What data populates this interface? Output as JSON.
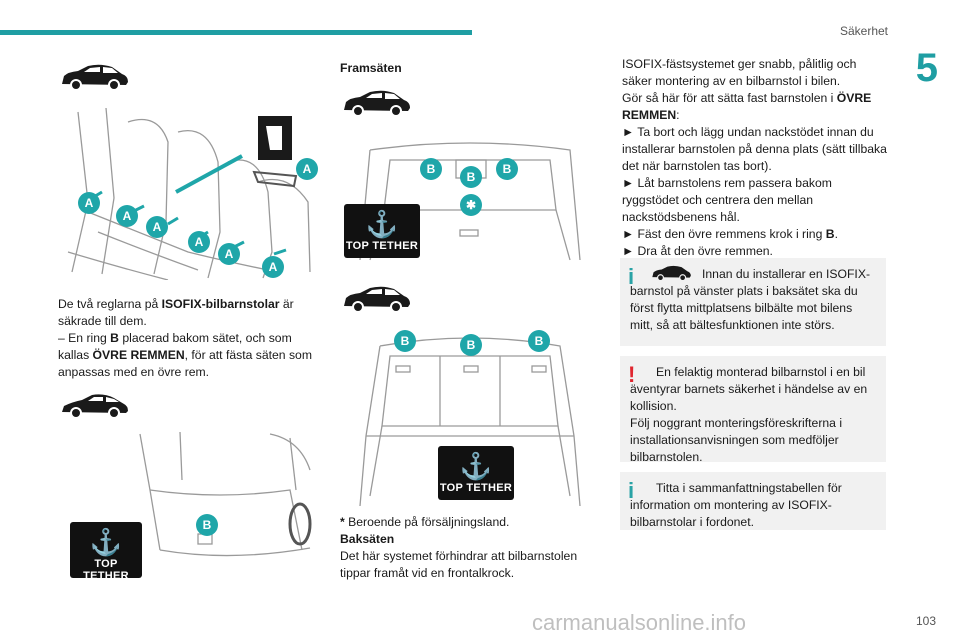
{
  "header": {
    "section": "Säkerhet",
    "chapter": "5"
  },
  "footer": {
    "page": "103",
    "watermark": "carmanualsonline.info"
  },
  "col1": {
    "intro": "De två reglarna på ",
    "intro_bold": "ISOFIX-bilbarnstolar",
    "intro_end": " är säkrade till dem.",
    "ring_a": "– En ring ",
    "ring_b": "B",
    "ring_c": " placerad bakom sätet, och som kallas ",
    "ring_bold": "ÖVRE REMMEN",
    "ring_d": ", för att fästa säten som anpassas med en övre rem."
  },
  "col2": {
    "heading": "Framsäten",
    "footnote_star": "*",
    "footnote": " Beroende på försäljningsland.",
    "rear_heading": "Baksäten",
    "rear_text": "Det här systemet förhindrar att bilbarnstolen tippar framåt vid en frontalkrock."
  },
  "col3": {
    "p1": "ISOFIX-fästsystemet ger snabb, pålitlig och säker montering av en bilbarnstol i bilen.",
    "p2a": "Gör så här för att sätta fast barnstolen i ",
    "p2b": "ÖVRE REMMEN",
    "p2c": ":",
    "s1": "► Ta bort och lägg undan nackstödet innan du installerar barnstolen på denna plats (sätt tillbaka det när barnstolen tas bort).",
    "s2": "► Låt barnstolens rem passera bakom ryggstödet och centrera den mellan nackstödsbenens hål.",
    "s3a": "► Fäst den övre remmens krok i ring ",
    "s3b": "B",
    "s3c": ".",
    "s4": "► Dra åt den övre remmen."
  },
  "notes": {
    "n1_icon": "i",
    "n1": "Innan du installerar en ISOFIX-barnstol på vänster plats i baksätet ska du först flytta mittplatsens bilbälte mot bilens mitt, så att bältesfunktionen inte störs.",
    "n2_icon": "!",
    "n2a": "En felaktig monterad bilbarnstol i en bil äventyrar barnets säkerhet i händelse av en kollision.",
    "n2b": "Följ noggrant monteringsföreskrifterna i installationsanvisningen som medföljer bilbarnstolen.",
    "n3_icon": "i",
    "n3": "Titta i sammanfattningstabellen för information om montering av ISOFIX-bilbarnstolar i fordonet."
  },
  "labels": {
    "a": "A",
    "b": "B",
    "star": "✱",
    "top_tether": "TOP TETHER",
    "anchor": "⚓"
  },
  "colors": {
    "accent": "#1f9ea3",
    "warning": "#e0262f",
    "info": "#2aa3a6"
  }
}
